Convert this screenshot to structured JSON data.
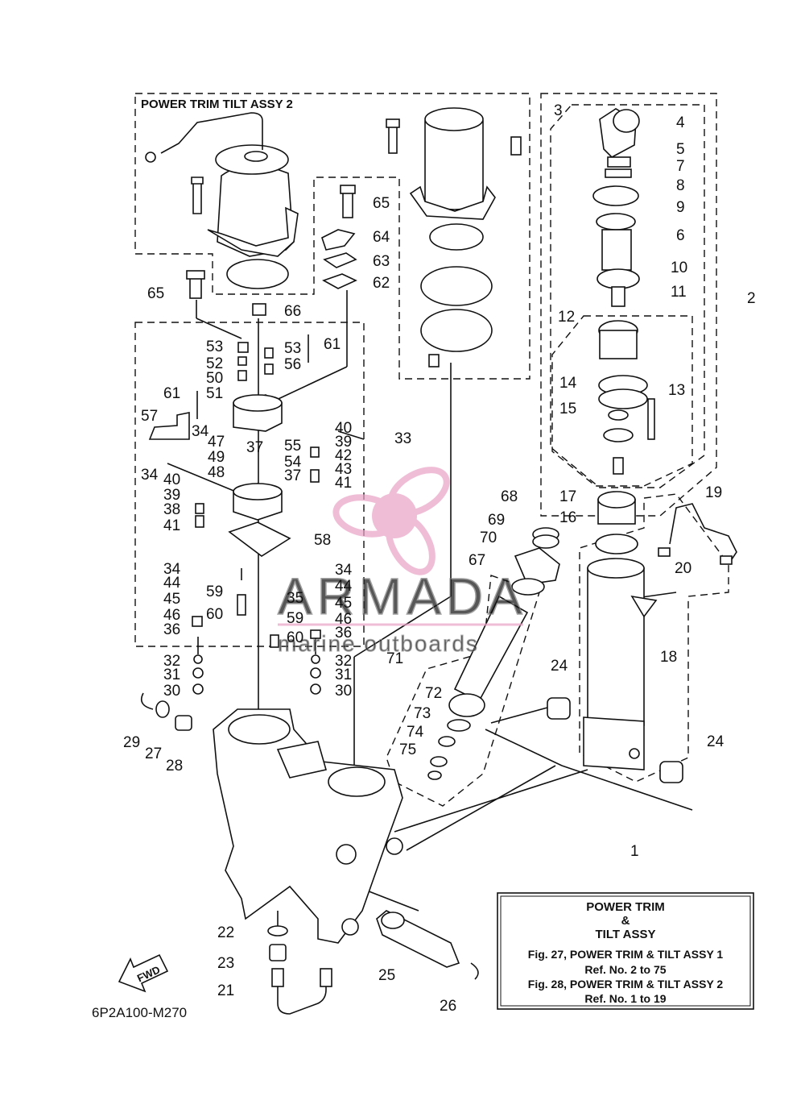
{
  "diagram_code": "6P2A100-M270",
  "subassembly_title": "POWER TRIM TILT ASSY 2",
  "fwd_label": "FWD",
  "watermark": {
    "brand": "ARMADA",
    "tagline": "marine outboards",
    "color": "#e9a3c6"
  },
  "legend_box": {
    "line1": "POWER TRIM",
    "line2": "&",
    "line3": "TILT ASSY",
    "line4": "Fig. 27, POWER TRIM & TILT ASSY 1",
    "line5": "Ref. No. 2 to 75",
    "line6": "Fig. 28, POWER TRIM & TILT ASSY 2",
    "line7": "Ref. No. 1 to 19"
  },
  "callouts": {
    "n1": "1",
    "n2": "2",
    "n3": "3",
    "n4": "4",
    "n5": "5",
    "n6": "6",
    "n7": "7",
    "n8": "8",
    "n9": "9",
    "n10": "10",
    "n11": "11",
    "n12": "12",
    "n13": "13",
    "n14": "14",
    "n15": "15",
    "n16": "16",
    "n17": "17",
    "n18": "18",
    "n19": "19",
    "n20": "20",
    "n21": "21",
    "n22": "22",
    "n23": "23",
    "n24a": "24",
    "n24b": "24",
    "n25": "25",
    "n26": "26",
    "n27": "27",
    "n28": "28",
    "n29": "29",
    "n30a": "30",
    "n30b": "30",
    "n31a": "31",
    "n31b": "31",
    "n32a": "32",
    "n32b": "32",
    "n33": "33",
    "n34a": "34",
    "n34b": "34",
    "n34c": "34",
    "n34d": "34",
    "n35": "35",
    "n36a": "36",
    "n36b": "36",
    "n37a": "37",
    "n37b": "37",
    "n38": "38",
    "n39a": "39",
    "n39b": "39",
    "n40a": "40",
    "n40b": "40",
    "n41a": "41",
    "n41b": "41",
    "n42": "42",
    "n43": "43",
    "n44a": "44",
    "n44b": "44",
    "n45a": "45",
    "n45b": "45",
    "n46a": "46",
    "n46b": "46",
    "n47": "47",
    "n48": "48",
    "n49": "49",
    "n50": "50",
    "n51": "51",
    "n52": "52",
    "n53a": "53",
    "n53b": "53",
    "n54": "54",
    "n55": "55",
    "n56": "56",
    "n57": "57",
    "n58": "58",
    "n59a": "59",
    "n59b": "59",
    "n60a": "60",
    "n60b": "60",
    "n61a": "61",
    "n61b": "61",
    "n62": "62",
    "n63": "63",
    "n64": "64",
    "n65a": "65",
    "n65b": "65",
    "n66": "66",
    "n67": "67",
    "n68": "68",
    "n69": "69",
    "n70": "70",
    "n71": "71",
    "n72": "72",
    "n73": "73",
    "n74": "74",
    "n75": "75"
  }
}
